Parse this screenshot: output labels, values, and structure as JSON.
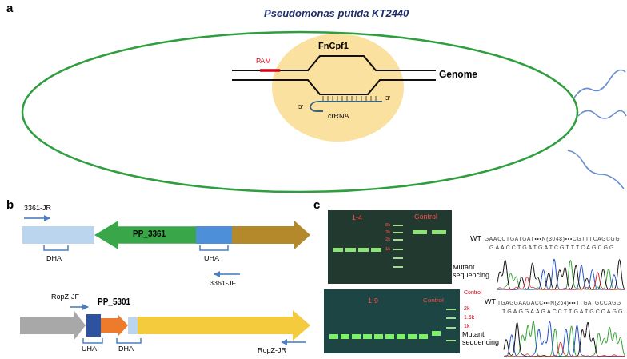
{
  "diagram": {
    "title": "Pseudomonas putida KT2440",
    "nodes": [
      {
        "text": [
          "FnCpf1"
        ]
      },
      {
        "text": [
          "PP_3361"
        ]
      },
      {
        "text": [
          "PP_5301"
        ]
      },
      {
        "text": [
          "1-4",
          "Control",
          "5k",
          "3k",
          "2k",
          "1k"
        ]
      },
      {
        "text": [
          "1-9",
          "Control"
        ]
      }
    ],
    "labels": [
      "a",
      "PAM",
      "Genome",
      "5'",
      "3'",
      "crRNA",
      "b",
      "3361-JR",
      "DHA",
      "UHA",
      "3361-JF",
      "RopZ-JF",
      "UHA",
      "DHA",
      "RopZ-JR",
      "c",
      "WT",
      "GAACCTGATGAT•••N(3048)•••CGTTTCAGCGG",
      "GAACCTGATGATCGTTTCAGCGG",
      "Mutant sequencing",
      "Control",
      "2k",
      "1.5k",
      "1k",
      "WT",
      "TGAGGAAGACC•••N(264)•••TTGATGCCAGG",
      "TGAGGAAGACCTTGATGCCAGG",
      "Mutant sequencing"
    ]
  }
}
